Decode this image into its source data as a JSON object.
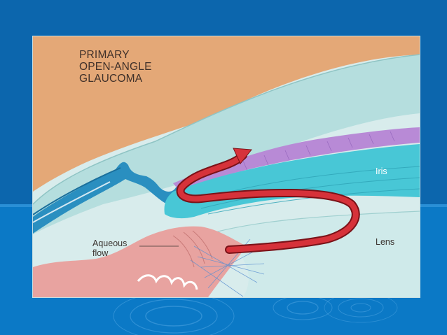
{
  "diagram": {
    "title": "PRIMARY\nOPEN-ANGLE\nGLAUCOMA",
    "labels": {
      "iris": "Iris",
      "lens": "Lens",
      "aqueous_flow": "Aqueous\nflow"
    }
  },
  "colors": {
    "slide_background": "#0c66ad",
    "slide_background_lower": "#0b79c6",
    "sclera": "#e4a877",
    "cornea": "#b5dede",
    "iris": "#48c7d6",
    "iris_top": "#b88ad6",
    "lens": "#d0ecec",
    "ciliary_body": "#e8a3a0",
    "flow_arrow": "#d6323a"
  }
}
